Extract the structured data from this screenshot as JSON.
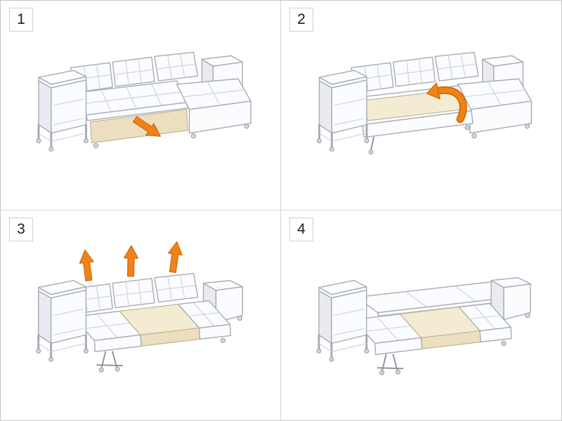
{
  "title": "sofa-bed-unfolding-steps",
  "panels": [
    {
      "number": "1",
      "illustration": "corner-sofa-pull-out-arrow"
    },
    {
      "number": "2",
      "illustration": "corner-sofa-open-base-flip-arrow"
    },
    {
      "number": "3",
      "illustration": "sofa-bed-unfolded-lift-arrows"
    },
    {
      "number": "4",
      "illustration": "sofa-bed-fully-flat"
    }
  ],
  "colors": {
    "background": "#ffffff",
    "divider": "#d4d4d4",
    "outline": "#a6aab4",
    "cushion": "#fbfcfe",
    "shade": "#e9ebf0",
    "mattress": "#f4ecd2",
    "drawer": "#ebdfc0",
    "arrow": "#f28118",
    "number_text": "#1f1f1f"
  }
}
